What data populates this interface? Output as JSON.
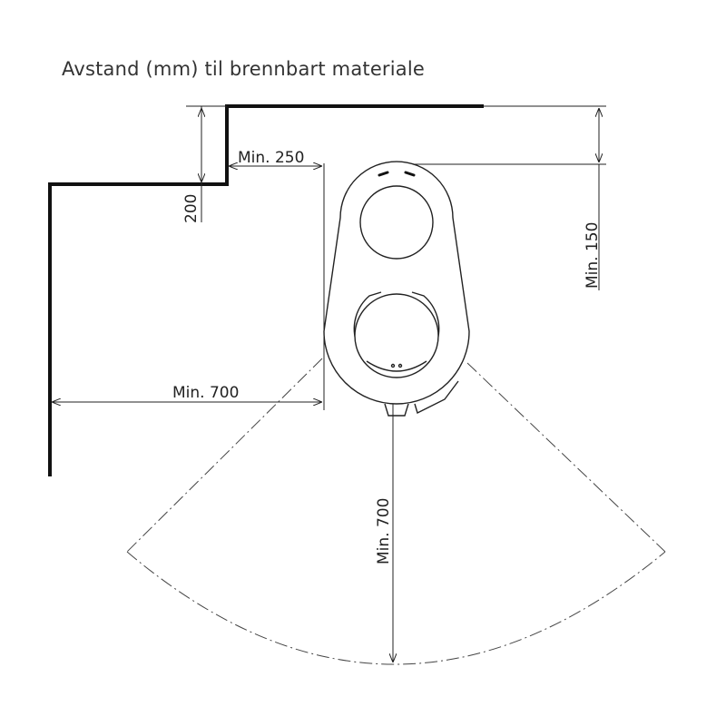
{
  "title": "Avstand (mm) til brennbart materiale",
  "dimensions": {
    "step_height": "200",
    "side_top": "Min. 250",
    "rear": "Min. 150",
    "side": "Min. 700",
    "front": "Min. 700"
  }
}
